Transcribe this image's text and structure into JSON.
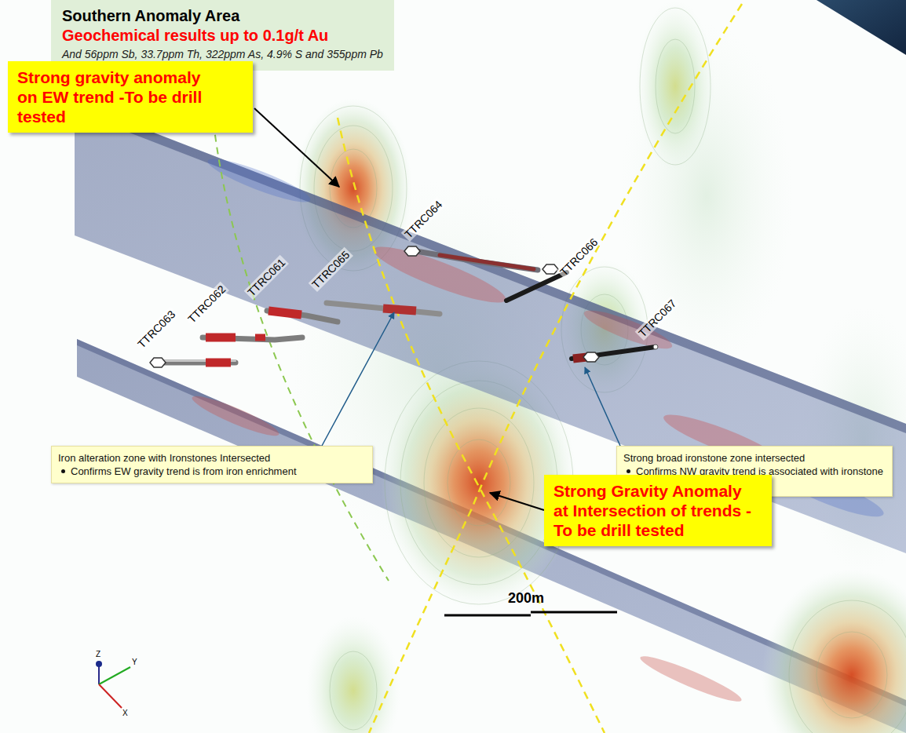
{
  "diagram": {
    "nodes": [
      {
        "text": [
          "Southern Anomaly Area",
          "Geochemical results up to 0.1g/t Au",
          "And 56ppm Sb, 33.7ppm Th, 322ppm As, 4.9% S and 355ppm Pb"
        ]
      },
      {
        "text": [
          "Strong gravity anomaly on EW trend -To be drill tested"
        ]
      },
      {
        "text": [
          "Iron alteration zone with Ironstones Intersected",
          "Confirms EW gravity trend is from iron enrichment"
        ]
      },
      {
        "text": [
          "Strong broad ironstone zone intersected",
          "Confirms NW gravity trend is associated with ironstone structure"
        ]
      },
      {
        "text": [
          "Strong Gravity Anomaly at Intersection of trends - To be drill tested"
        ]
      }
    ],
    "labels": [
      "TTRC063",
      "TTRC062",
      "TTRC061",
      "TTRC065",
      "TTRC064",
      "TTRC066",
      "TTRC067",
      "200m",
      "Z",
      "Y",
      "X"
    ]
  }
}
